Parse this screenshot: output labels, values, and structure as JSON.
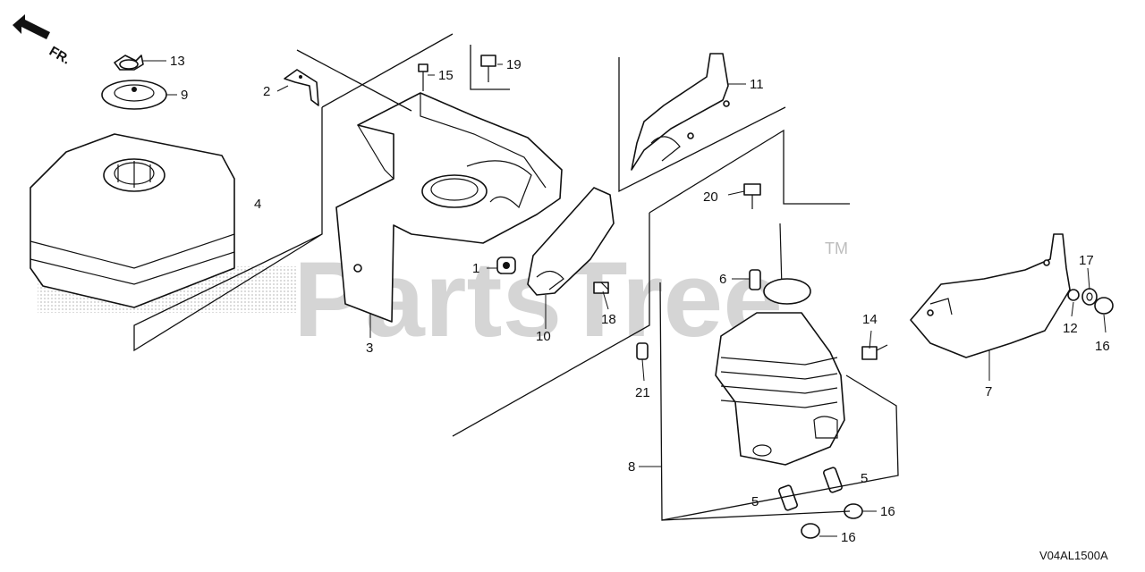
{
  "watermark": {
    "brand": "PartsTree",
    "trademark": "TM"
  },
  "orientation": {
    "label": "FR."
  },
  "diagram_code": "V04AL1500A",
  "callouts": {
    "c1": "1",
    "c2": "2",
    "c3": "3",
    "c4": "4",
    "c5a": "5",
    "c5b": "5",
    "c6": "6",
    "c7": "7",
    "c8": "8",
    "c9": "9",
    "c10": "10",
    "c11": "11",
    "c12": "12",
    "c13": "13",
    "c14": "14",
    "c15": "15",
    "c16a": "16",
    "c16b": "16",
    "c16c": "16",
    "c17": "17",
    "c18": "18",
    "c19": "19",
    "c20": "20",
    "c21": "21"
  }
}
